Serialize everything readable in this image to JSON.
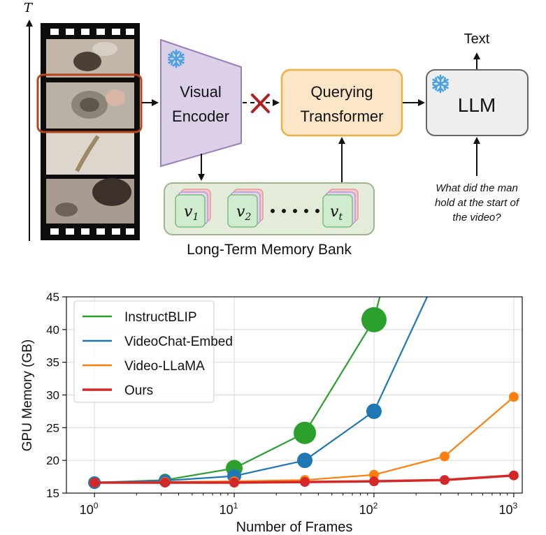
{
  "diagram": {
    "time_axis_label": "T",
    "visual_encoder": {
      "line1": "Visual",
      "line2": "Encoder"
    },
    "qformer": {
      "line1": "Querying",
      "line2": "Transformer"
    },
    "llm": "LLM",
    "text_output": "Text",
    "question": {
      "line1": "What did the man",
      "line2": "hold at the start of",
      "line3": "the video?"
    },
    "memory_bank": {
      "label": "Long-Term Memory Bank",
      "tokens": [
        {
          "base": "v",
          "sub": "1"
        },
        {
          "base": "v",
          "sub": "2"
        },
        {
          "base": "v",
          "sub": "t"
        }
      ]
    },
    "colors": {
      "encoder_fill": "#dccfe8",
      "encoder_stroke": "#9a7fb8",
      "qformer_fill": "#fde6c8",
      "qformer_stroke": "#f0b040",
      "llm_fill": "#eeeeee",
      "memory_fill": "#e3ecd9",
      "cross": "#b02020",
      "snowflake": "#4aa0e0",
      "frame_highlight": "#b5441a"
    },
    "icons": {
      "frozen": "snowflake-icon",
      "cut": "cross-icon"
    }
  },
  "chart_data": {
    "type": "line",
    "xlabel": "Number of Frames",
    "ylabel": "GPU Memory (GB)",
    "xscale": "log",
    "xlim": [
      0.63,
      1150
    ],
    "ylim": [
      15,
      45
    ],
    "yticks": [
      15,
      20,
      25,
      30,
      35,
      40,
      45
    ],
    "xticks": [
      {
        "value": 1,
        "base": "10",
        "exp": "0"
      },
      {
        "value": 10,
        "base": "10",
        "exp": "1"
      },
      {
        "value": 100,
        "base": "10",
        "exp": "2"
      },
      {
        "value": 1000,
        "base": "10",
        "exp": "3"
      }
    ],
    "grid": true,
    "legend_position": "top-left",
    "series": [
      {
        "name": "InstructBLIP",
        "color": "#2ca02c",
        "x": [
          1,
          3.2,
          10,
          32,
          100,
          110
        ],
        "y": [
          16.6,
          17.0,
          18.8,
          24.2,
          41.5,
          45
        ],
        "marker_size": [
          9,
          9,
          12,
          16,
          18,
          0
        ]
      },
      {
        "name": "VideoChat-Embed",
        "color": "#1f77b4",
        "x": [
          1,
          3.2,
          10,
          32,
          100,
          240
        ],
        "y": [
          16.6,
          16.9,
          17.6,
          20.0,
          27.5,
          45
        ],
        "marker_size": [
          9,
          9,
          10,
          11,
          11,
          0
        ]
      },
      {
        "name": "Video-LLaMA",
        "color": "#ff7f0e",
        "x": [
          1,
          3.2,
          10,
          32,
          100,
          320,
          1000
        ],
        "y": [
          16.6,
          16.7,
          16.8,
          17.0,
          17.8,
          20.6,
          29.7
        ],
        "marker_size": [
          7,
          7,
          7,
          7,
          7,
          7,
          7
        ]
      },
      {
        "name": "Ours",
        "color": "#d62728",
        "x": [
          1,
          3.2,
          10,
          32,
          100,
          320,
          1000
        ],
        "y": [
          16.6,
          16.6,
          16.6,
          16.7,
          16.8,
          17.0,
          17.7
        ],
        "marker_size": [
          7,
          7,
          7,
          7,
          7,
          7,
          7
        ]
      }
    ]
  }
}
